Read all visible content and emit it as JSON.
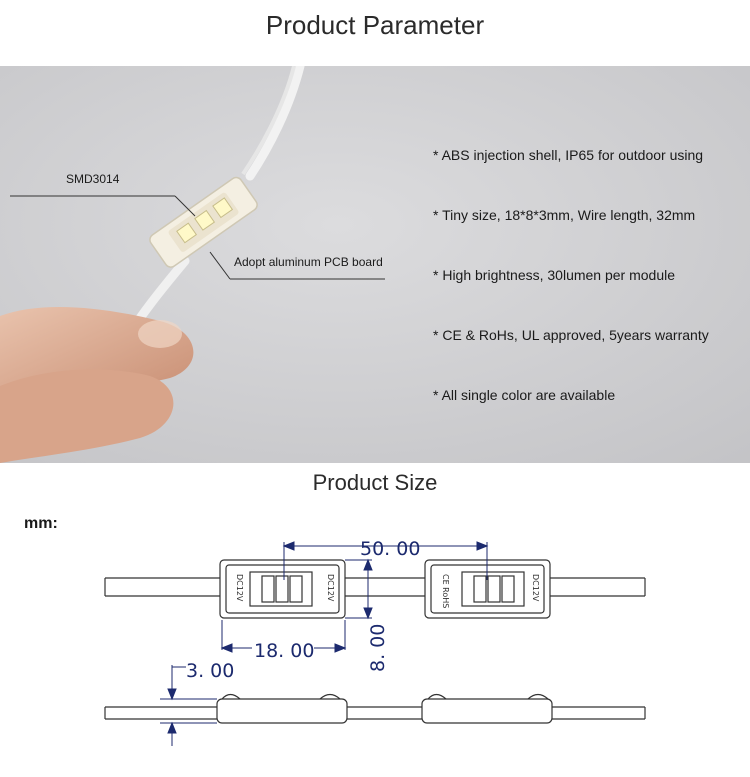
{
  "section_titles": {
    "parameter": "Product Parameter",
    "size": "Product Size"
  },
  "photo_callouts": {
    "smd": "SMD3014",
    "pcb": "Adopt aluminum PCB board"
  },
  "features": [
    "* ABS injection shell, IP65 for outdoor using",
    "* Tiny size, 18*8*3mm, Wire length, 32mm",
    "* High brightness, 30lumen per module",
    "* CE & RoHs, UL approved, 5years warranty",
    "* All single color are available"
  ],
  "size_drawing": {
    "unit_label": "mm:",
    "dim_pitch": "50. 00",
    "dim_length": "18. 00",
    "dim_width": "8. 00",
    "dim_height": "3. 00",
    "module_marking_1": "CE RoHS",
    "module_marking_2": "DC12V"
  },
  "colors": {
    "photo_background": "#d2d2d4",
    "dimension_text": "#1c2a6e",
    "drawing_line": "#333333"
  }
}
